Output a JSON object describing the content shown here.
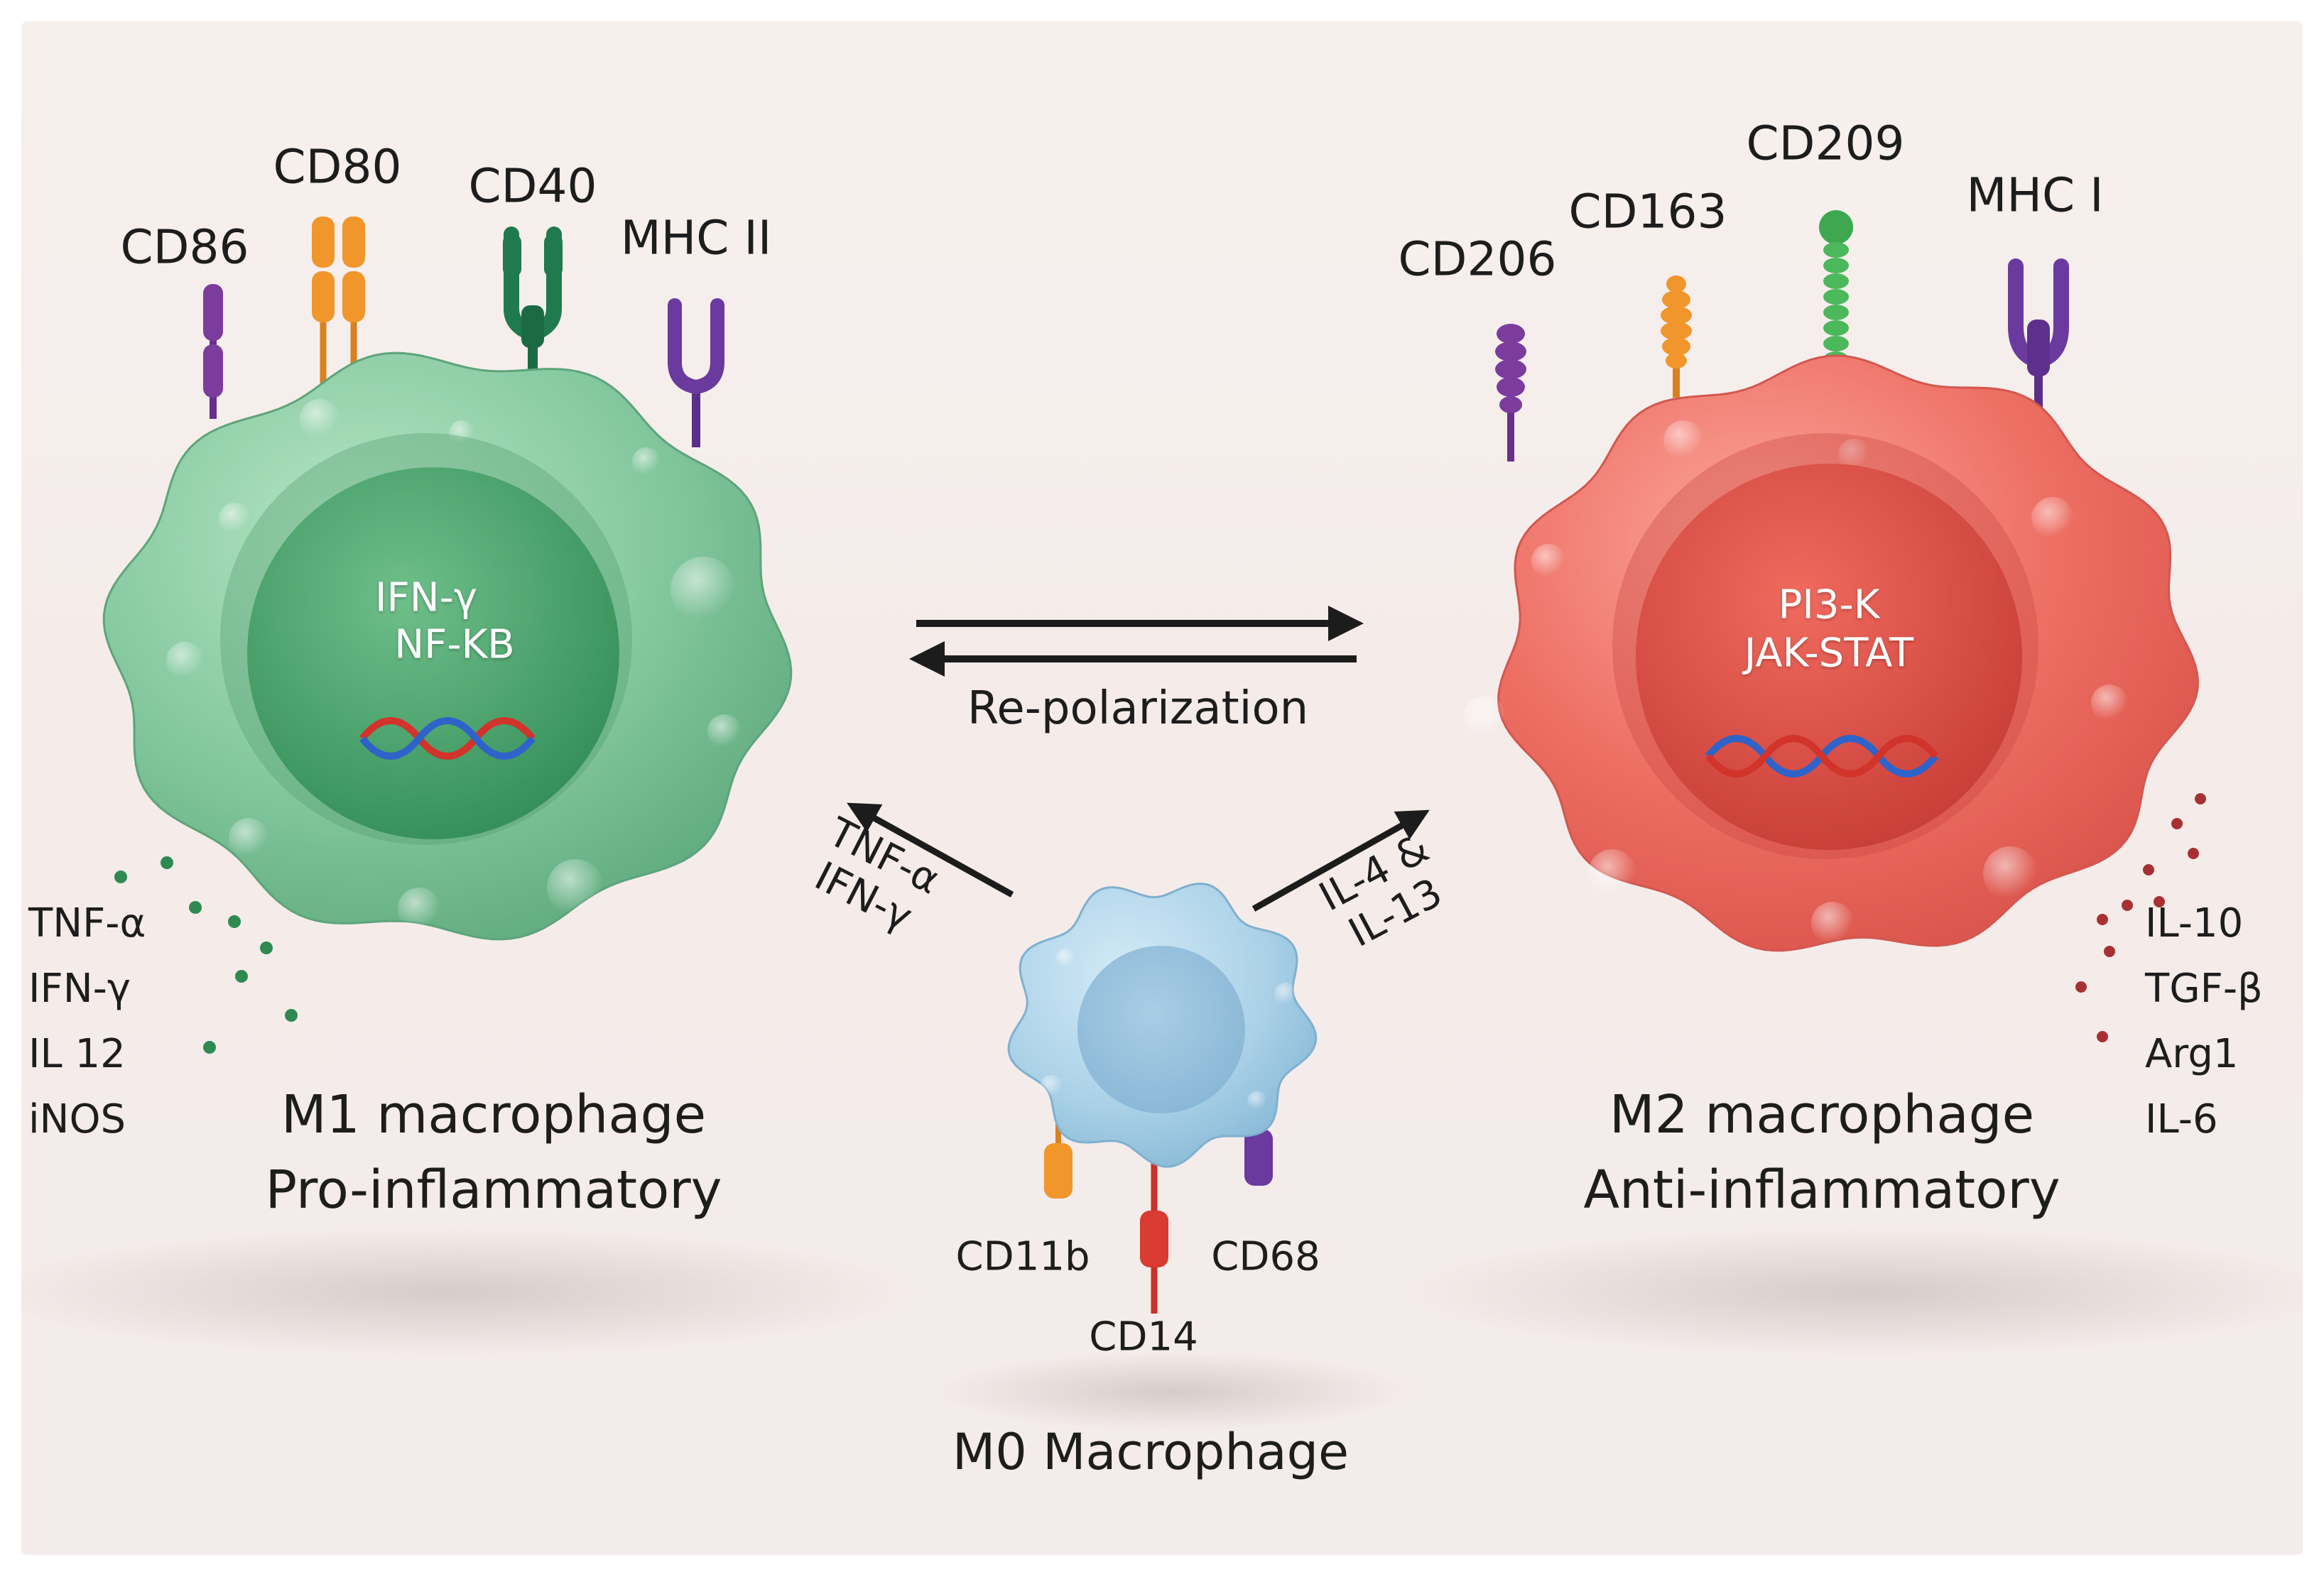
{
  "m1_cell": {
    "title": "M1 macrophage",
    "subtitle": "Pro-inflammatory",
    "receptors": [
      "CD86",
      "CD80",
      "CD40",
      "MHC II"
    ],
    "nucleus_lines": [
      "IFN-γ",
      "NF-KB"
    ],
    "secreted": [
      "TNF-α",
      "IFN-γ",
      "IL 12",
      "iNOS"
    ],
    "color": "#7cc496"
  },
  "m2_cell": {
    "title": "M2 macrophage",
    "subtitle": "Anti-inflammatory",
    "receptors": [
      "CD206",
      "CD163",
      "CD209",
      "MHC I"
    ],
    "nucleus_lines": [
      "PI3-K",
      "JAK-STAT"
    ],
    "secreted": [
      "IL-10",
      "TGF-β",
      "Arg1",
      "IL-6"
    ],
    "color": "#ee6b62"
  },
  "m0_cell": {
    "title": "M0 Macrophage",
    "receptors": [
      "CD11b",
      "CD14",
      "CD68"
    ],
    "color": "#a9cfe5"
  },
  "arrows": {
    "center_label": "Re-polarization",
    "to_m1_lines": [
      "TNF-α",
      "IFN-γ"
    ],
    "to_m2_lines": [
      "IL-4 &",
      "IL-13"
    ]
  }
}
